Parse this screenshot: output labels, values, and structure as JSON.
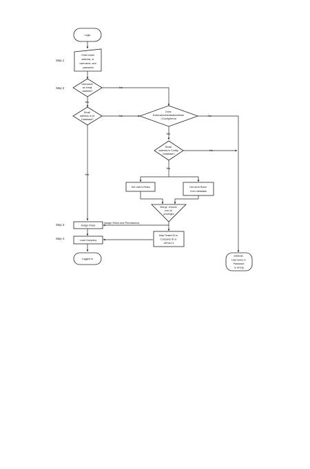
{
  "diagram": {
    "steps": [
      "Step 1",
      "Step 2",
      "Step 3",
      "Step 4"
    ],
    "nodes": {
      "login": "Login",
      "enter_creds": [
        "Enter email",
        "address, or",
        "username, and",
        "password"
      ],
      "username_is_email": [
        "Username",
        "an email",
        "address?"
      ],
      "email_in_ia": [
        "Email",
        "address in IA",
        "Database?"
      ],
      "ext_auth": [
        "Does",
        "ExternalAuthenticationMode",
        "=ConfigServer"
      ],
      "email_in_config": [
        "Email",
        "address in Config",
        "Database?"
      ],
      "get_user_roles": "Get User's Roles",
      "get_all_ia_roles": [
        "Get all IA Roles",
        "from metadata"
      ],
      "merge": [
        "Merge, remove",
        "non-IA",
        "privileges"
      ],
      "map_tenant": [
        "Map Tenant ID to",
        "Company ID or",
        "default"
      ],
      "assign_roles": "Assign Roles",
      "load_company": "Load Company",
      "logged_in": "Logged In",
      "error": [
        "ERROR:",
        "Username or",
        "Password",
        "is wrong"
      ]
    },
    "edges": {
      "no": "No",
      "yes": "Yes",
      "assign_roles_permissions": "Assign Roles and Permissions"
    }
  }
}
